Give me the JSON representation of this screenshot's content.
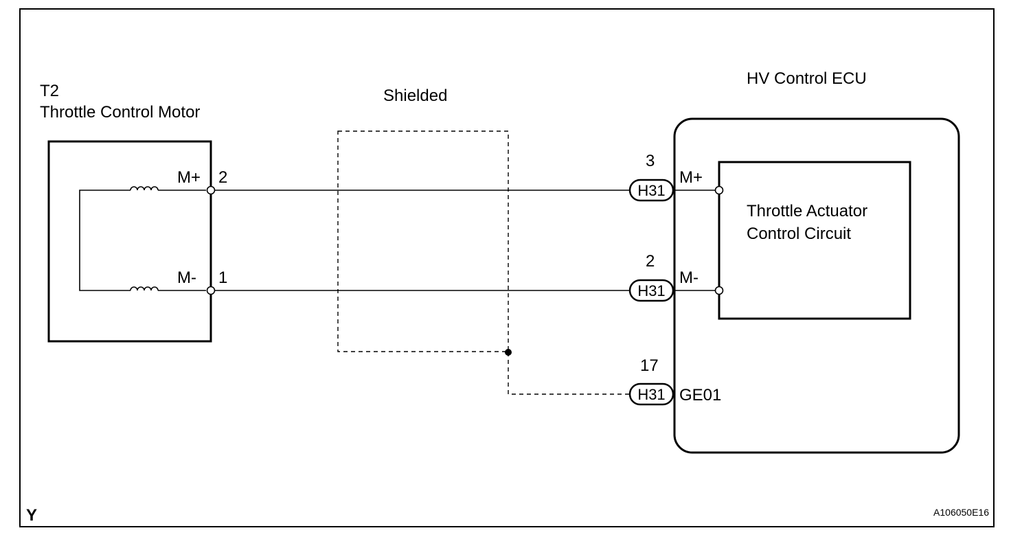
{
  "motor": {
    "id": "T2",
    "name": "Throttle Control Motor",
    "pin_plus_label": "M+",
    "pin_plus_num": "2",
    "pin_minus_label": "M-",
    "pin_minus_num": "1"
  },
  "shield": {
    "label": "Shielded"
  },
  "ecu": {
    "title": "HV Control ECU",
    "circuit_line1": "Throttle Actuator",
    "circuit_line2": "Control Circuit",
    "pins": [
      {
        "num": "3",
        "connector": "H31",
        "label": "M+"
      },
      {
        "num": "2",
        "connector": "H31",
        "label": "M-"
      },
      {
        "num": "17",
        "connector": "H31",
        "label": "GE01"
      }
    ]
  },
  "footer": {
    "left": "Y",
    "right": "A106050E16"
  }
}
